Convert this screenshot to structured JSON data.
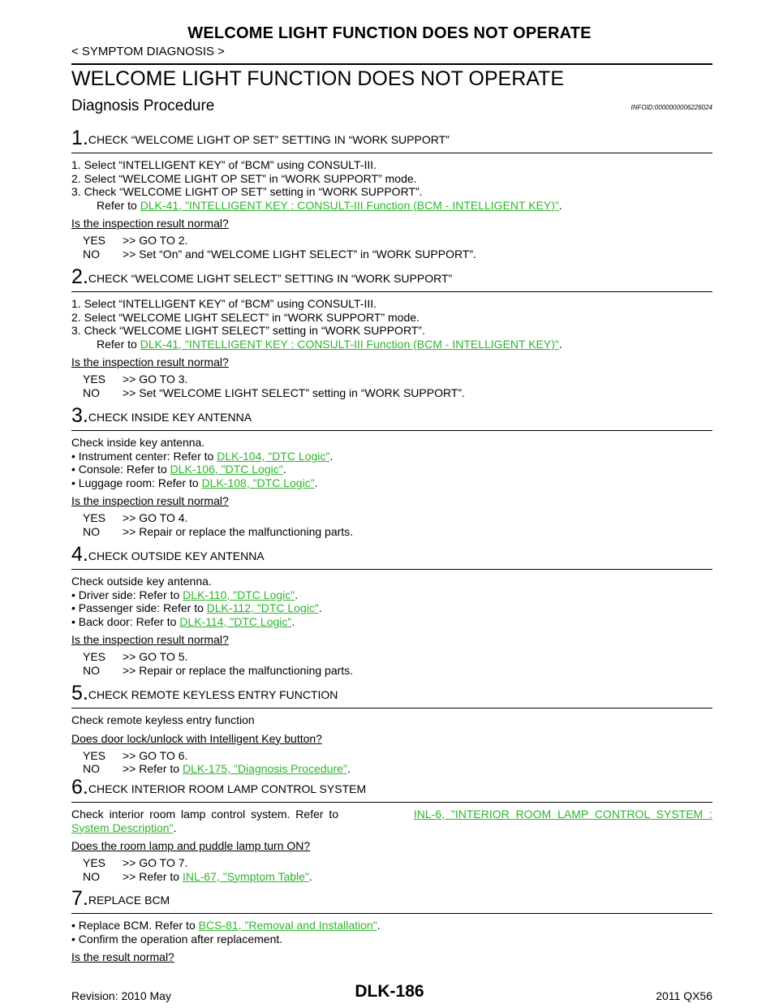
{
  "header": {
    "title": "WELCOME LIGHT FUNCTION DOES NOT OPERATE",
    "section": "< SYMPTOM DIAGNOSIS >"
  },
  "main_title": "WELCOME LIGHT FUNCTION DOES NOT OPERATE",
  "diagnosis": {
    "heading": "Diagnosis Procedure",
    "info_id": "INFOID:0000000006226024"
  },
  "steps": [
    {
      "num": "1.",
      "title": "CHECK “WELCOME LIGHT OP SET” SETTING IN “WORK SUPPORT”",
      "lines": [
        "1. Select “INTELLIGENT KEY” of “BCM” using CONSULT-III.",
        "2. Select “WELCOME LIGHT OP SET” in “WORK SUPPORT” mode.",
        "3. Check “WELCOME LIGHT OP SET” setting in “WORK SUPPORT”."
      ],
      "refer_prefix": "Refer to ",
      "refer_link": "DLK-41, \"INTELLIGENT KEY : CONSULT-III Function (BCM - INTELLIGENT KEY)\"",
      "question": "Is the inspection result normal?",
      "yes": ">> GO TO 2.",
      "no": ">> Set “On” and “WELCOME LIGHT SELECT” in “WORK SUPPORT”."
    },
    {
      "num": "2.",
      "title": "CHECK “WELCOME LIGHT SELECT” SETTING IN “WORK SUPPORT”",
      "lines": [
        "1. Select “INTELLIGENT KEY” of “BCM” using CONSULT-III.",
        "2. Select “WELCOME LIGHT SELECT” in “WORK SUPPORT” mode.",
        "3. Check “WELCOME LIGHT SELECT” setting in “WORK SUPPORT”."
      ],
      "refer_prefix": "Refer to ",
      "refer_link": "DLK-41, \"INTELLIGENT KEY : CONSULT-III Function (BCM - INTELLIGENT KEY)\"",
      "question": "Is the inspection result normal?",
      "yes": ">> GO TO 3.",
      "no": ">> Set “WELCOME LIGHT SELECT” setting in “WORK SUPPORT”."
    },
    {
      "num": "3.",
      "title": "CHECK INSIDE KEY ANTENNA",
      "intro": "Check inside key antenna.",
      "bullets": [
        {
          "prefix": "• Instrument center: Refer to ",
          "link": "DLK-104, \"DTC Logic\""
        },
        {
          "prefix": "• Console: Refer to ",
          "link": "DLK-106, \"DTC Logic\""
        },
        {
          "prefix": "• Luggage room: Refer to ",
          "link": "DLK-108, \"DTC Logic\""
        }
      ],
      "question": "Is the inspection result normal?",
      "yes": ">> GO TO 4.",
      "no": ">> Repair or replace the malfunctioning parts."
    },
    {
      "num": "4.",
      "title": "CHECK OUTSIDE KEY ANTENNA",
      "intro": "Check outside key antenna.",
      "bullets": [
        {
          "prefix": "• Driver side: Refer to ",
          "link": "DLK-110, \"DTC Logic\""
        },
        {
          "prefix": "• Passenger side: Refer to ",
          "link": "DLK-112, \"DTC Logic\""
        },
        {
          "prefix": "• Back door: Refer to ",
          "link": "DLK-114, \"DTC Logic\""
        }
      ],
      "question": "Is the inspection result normal?",
      "yes": ">> GO TO 5.",
      "no": ">> Repair or replace the malfunctioning parts."
    },
    {
      "num": "5.",
      "title": "CHECK REMOTE KEYLESS ENTRY FUNCTION",
      "intro": "Check remote keyless entry function",
      "question": "Does door lock/unlock with Intelligent Key button?",
      "yes": ">> GO TO 6.",
      "no_prefix": ">> Refer to ",
      "no_link": "DLK-175, \"Diagnosis Procedure\""
    },
    {
      "num": "6.",
      "title": "CHECK INTERIOR ROOM LAMP CONTROL SYSTEM",
      "intro_prefix": "Check interior room lamp control system. Refer to ",
      "intro_link_1": "INL-6, \"INTERIOR ROOM LAMP CONTROL SYSTEM :",
      "intro_link_2": "System Description\"",
      "question": "Does the room lamp and puddle lamp turn ON?",
      "yes": ">> GO TO 7.",
      "no_prefix": ">> Refer to ",
      "no_link": "INL-67, \"Symptom Table\""
    },
    {
      "num": "7.",
      "title": "REPLACE BCM",
      "bullets": [
        {
          "prefix": "• Replace BCM. Refer to ",
          "link": "BCS-81, \"Removal and Installation\""
        }
      ],
      "tail": "• Confirm the operation after replacement.",
      "question": "Is the result normal?"
    }
  ],
  "labels": {
    "yes": "YES",
    "no": "NO",
    "period": "."
  },
  "footer": {
    "revision": "Revision: 2010 May",
    "page": "DLK-186",
    "model": "2011 QX56"
  }
}
